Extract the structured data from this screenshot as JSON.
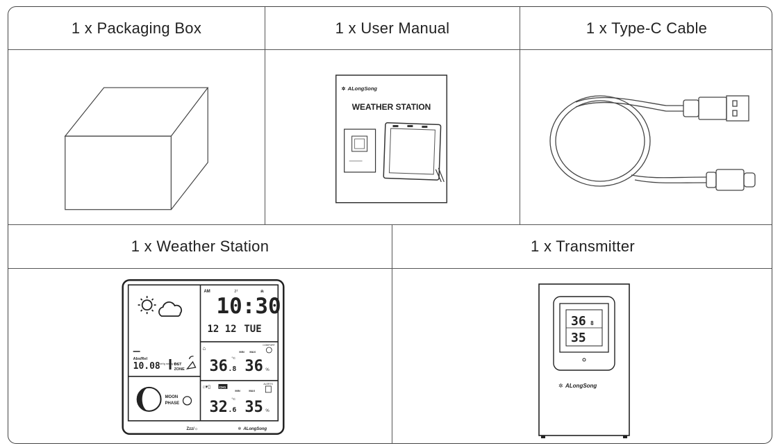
{
  "row1": {
    "packaging": {
      "label": "1 x Packaging Box"
    },
    "manual": {
      "label": "1 x User Manual",
      "brand": "ALongSong",
      "title": "WEATHER STATION"
    },
    "cable": {
      "label": "1 x Type-C Cable"
    }
  },
  "row2": {
    "station": {
      "label": "1 x Weather Station",
      "am": "AM",
      "zz": "zᶻ",
      "time": "10:30",
      "date": "12  12",
      "day": "TUE",
      "pressure": "10.08",
      "pressure_units": "inHg mmHg hPa",
      "absrel": "Abs/Rel",
      "dst": "DST",
      "zone": "ZONE",
      "comfort": "COMFORT",
      "min": "MIN",
      "max": "MAX",
      "indoor_temp": "36",
      "indoor_temp_dec": ".8",
      "indoor_hum": "36",
      "alerts": "ALERTS",
      "ch": "CH1",
      "outdoor_temp": "32",
      "outdoor_temp_dec": ".6",
      "outdoor_hum": "35",
      "moon": "MOON",
      "phase": "PHASE",
      "snooze": "Zzz/☼",
      "brand": "ALongSong",
      "unit_c": "°C",
      "unit_pct": "%"
    },
    "transmitter": {
      "label": "1 x Transmitter",
      "temp": "36",
      "temp_dec": "8",
      "hum": "35",
      "brand": "ALongSong"
    }
  }
}
